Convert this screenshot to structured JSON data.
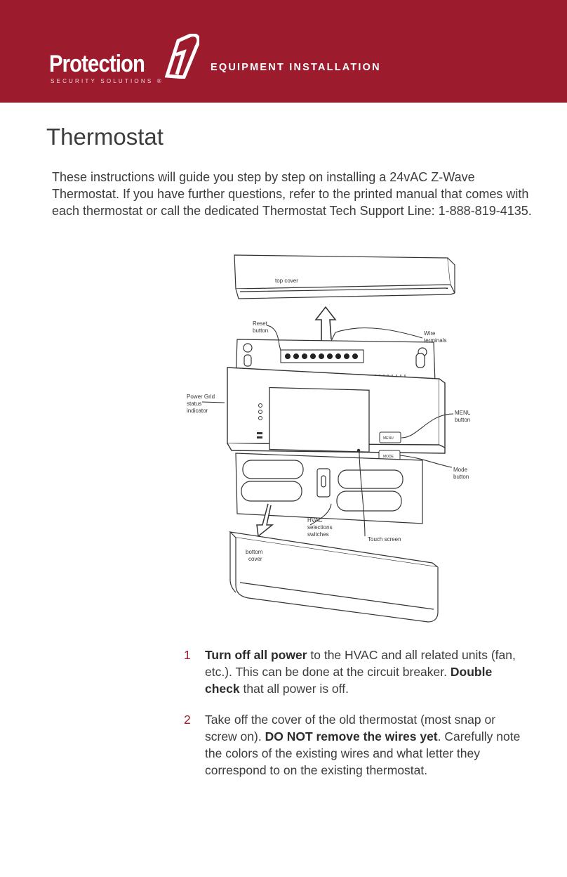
{
  "header": {
    "brand": "Protection",
    "brand_mark": "1",
    "tagline": "SECURITY SOLUTIONS",
    "registered": "®",
    "section": "EQUIPMENT INSTALLATION",
    "background_color": "#9c1c2e"
  },
  "page": {
    "title": "Thermostat",
    "intro": "These instructions will guide you step by step on installing a 24vAC Z-Wave Thermostat. If you have further questions, refer to the printed manual that comes with each thermostat or call the dedicated Thermostat Tech Support Line: 1-888-819-4135."
  },
  "diagram": {
    "top_cover": "top cover",
    "reset_line1": "Reset",
    "reset_line2": "button",
    "wire_line1": "Wire",
    "wire_line2": "terminals",
    "power_line1": "Power Grid",
    "power_line2": "status",
    "power_line3": "indicator",
    "menu_line1": "MENU",
    "menu_line2": "button",
    "mode_line1": "Mode",
    "mode_line2": "button",
    "hvac_line1": "HVAC",
    "hvac_line2": "selections",
    "hvac_line3": "switches",
    "touch": "Touch screen",
    "bottom_line1": "bottom",
    "bottom_line2": "cover",
    "menu_key": "MENU",
    "mode_key": "MODE"
  },
  "steps": [
    {
      "num": "1",
      "bold1": "Turn off all power",
      "text1": " to the HVAC and all related units (fan, etc.). This can be done at the circuit breaker. ",
      "bold2": "Double check",
      "text2": " that all power is off."
    },
    {
      "num": "2",
      "text1": "Take off the cover of the old thermostat (most snap or screw on). ",
      "bold1": "DO NOT remove the wires yet",
      "text2": ". Carefully note the colors of the existing wires and what letter they correspond to on the existing thermostat."
    }
  ]
}
